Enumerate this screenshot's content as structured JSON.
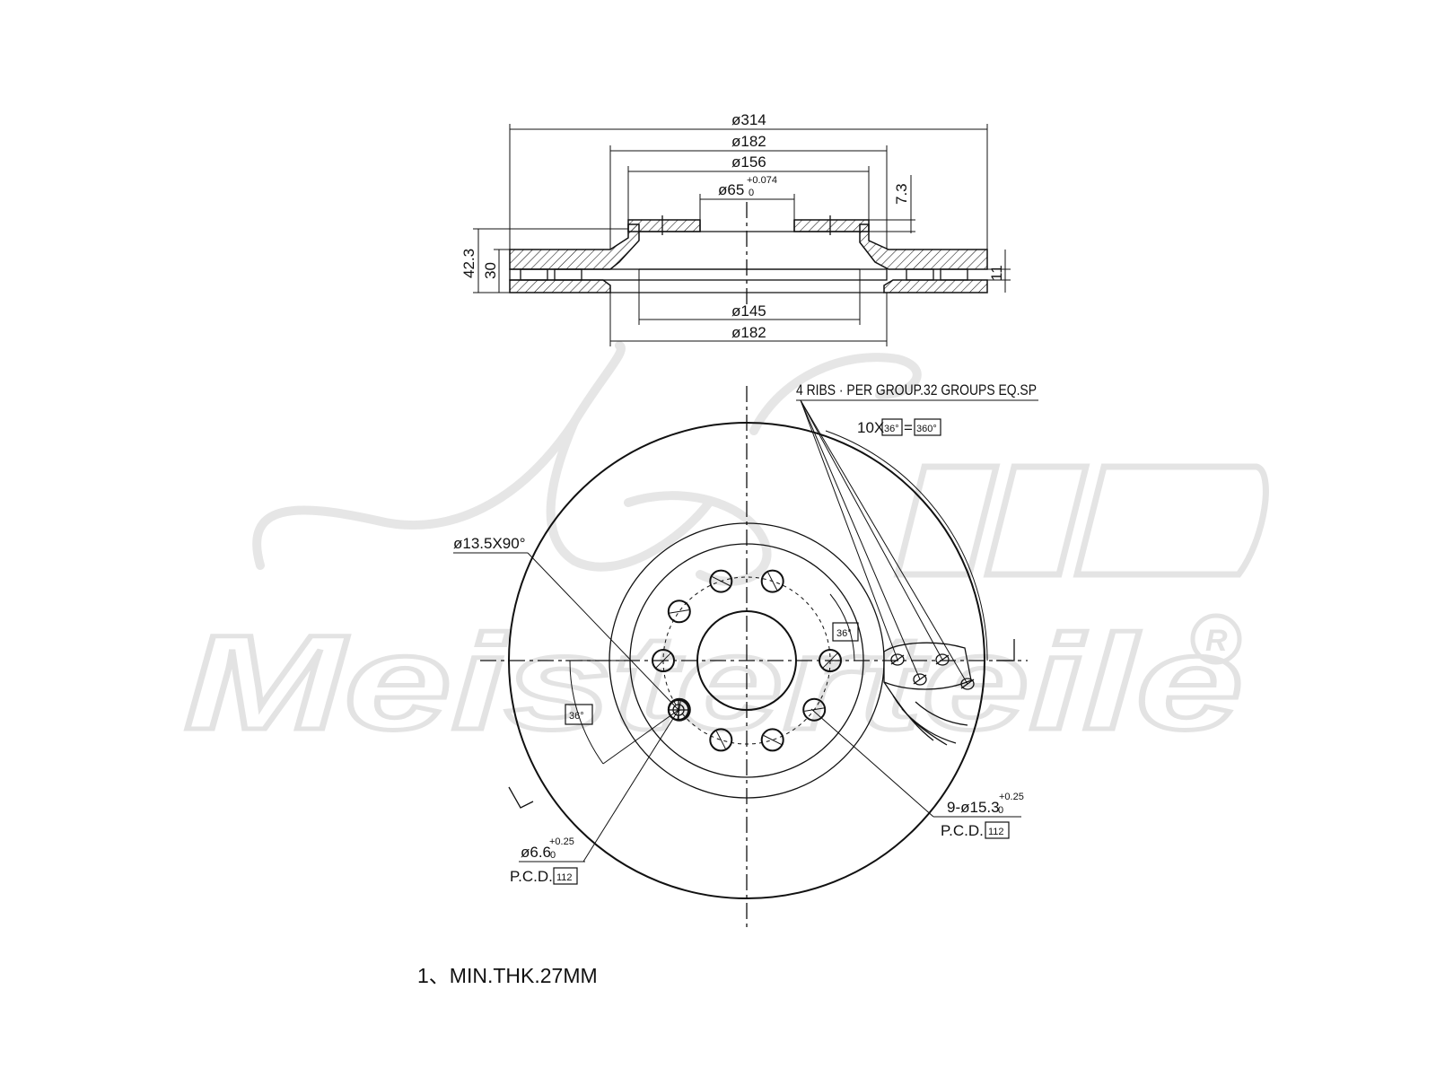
{
  "watermark": {
    "text": "Meisterteile",
    "registered": "R"
  },
  "section_view": {
    "dims": {
      "d314": "ø314",
      "d182_top": "ø182",
      "d156": "ø156",
      "d65": "ø65",
      "d65_tol_upper": "+0.074",
      "d65_tol_lower": "0",
      "h7_3": "7.3",
      "h42_3": "42.3",
      "h30": "30",
      "h11": "11",
      "d145": "ø145",
      "d182_bottom": "ø182"
    }
  },
  "plan_view": {
    "ribs_note": "4 RIBS · PER GROUP.32 GROUPS EQ.SP",
    "angle_rep_prefix": "10X",
    "angle_rep_box1": "36°",
    "angle_rep_eq": "=",
    "angle_rep_box2": "360°",
    "chamfer_label": "ø13.5X90°",
    "angle_right": "36°",
    "angle_left": "36°",
    "holes_label": "9-ø15.3",
    "holes_tol_upper": "+0.25",
    "holes_tol_lower": "0",
    "holes_pcd": "P.C.D.",
    "holes_pcd_value": "112",
    "small_hole_label": "ø6.6",
    "small_hole_tol_upper": "+0.25",
    "small_hole_tol_lower": "0",
    "small_hole_pcd": "P.C.D.",
    "small_hole_pcd_value": "112"
  },
  "notes": {
    "min_thickness": "1、MIN.THK.27MM"
  }
}
